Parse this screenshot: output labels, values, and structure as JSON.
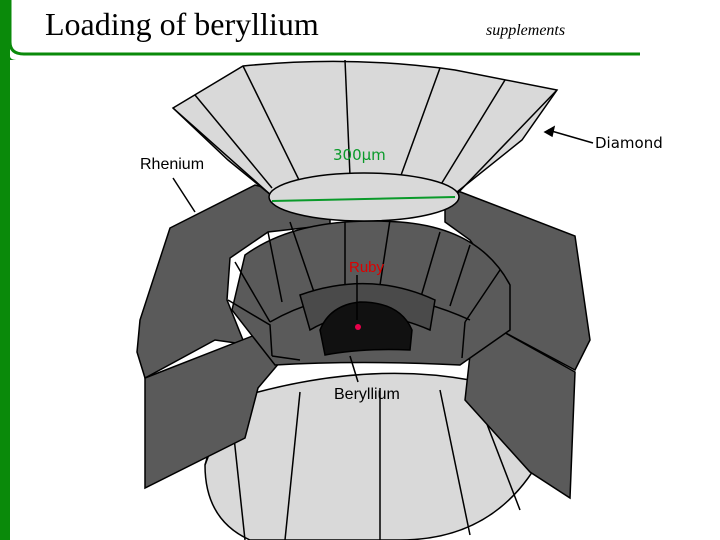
{
  "header": {
    "title": "Loading of beryllium",
    "subtitle": "supplements"
  },
  "labels": {
    "rhenium": "Rhenium",
    "diamond": "Diamond",
    "culet_size": "300µm",
    "ruby": "Ruby",
    "beryllium": "Beryllium"
  },
  "colors": {
    "accent_green": "#0a8a0a",
    "diamond_fill": "#d9d9d9",
    "gasket_fill": "#5a5a5a",
    "sample_fill": "#111111",
    "ruby_dot": "#e8004a"
  }
}
